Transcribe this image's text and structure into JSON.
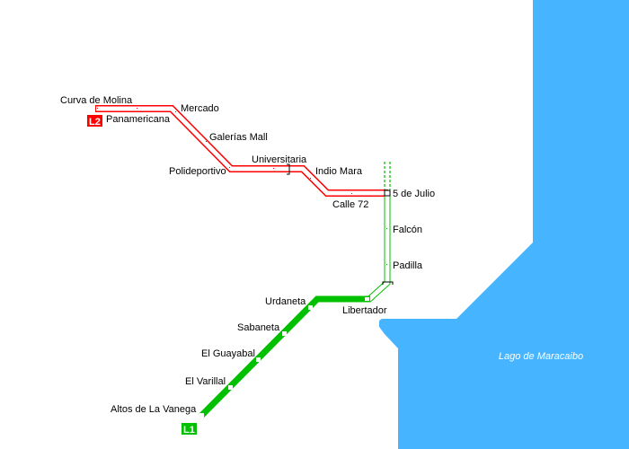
{
  "lake": {
    "label": "Lago de Maracaibo",
    "color": "#46b4ff"
  },
  "lines": [
    {
      "id": "L2",
      "badge": "L2",
      "color": "#ff0000",
      "stations": [
        "Curva de Molina",
        "Panamericana",
        "Mercado",
        "Galerías Mall",
        "Polideportivo",
        "Universitaria",
        "Indio Mara",
        "Calle 72",
        "5 de Julio"
      ]
    },
    {
      "id": "L1",
      "badge": "L1",
      "color": "#00c000",
      "stations": [
        "Falcón",
        "Padilla",
        "Libertador",
        "Urdaneta",
        "Sabaneta",
        "El Guayabal",
        "El Varillal",
        "Altos de La Vanega"
      ]
    }
  ]
}
